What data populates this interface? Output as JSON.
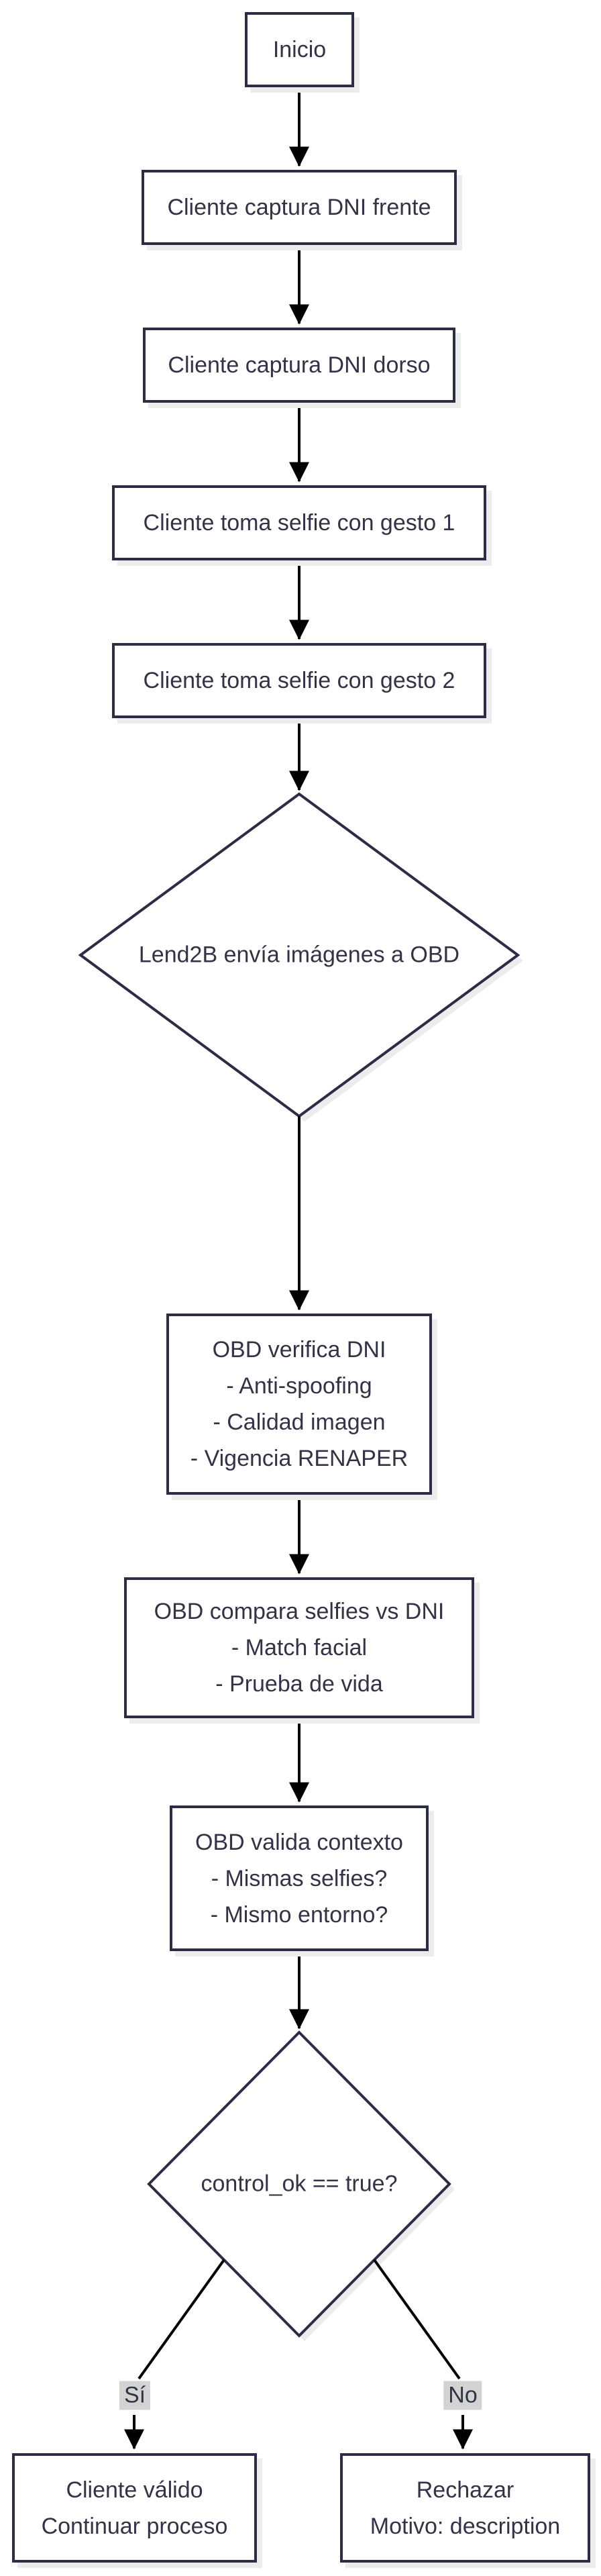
{
  "colors": {
    "background": "#ffffff",
    "node_fill": "#ffffff",
    "node_border": "#2c2c44",
    "text": "#333347",
    "edge": "#000000",
    "shadow": "#ececec",
    "label_bg": "#d3d3d3"
  },
  "nodes": {
    "start": {
      "label": "Inicio"
    },
    "capture_front": {
      "label": "Cliente captura DNI frente"
    },
    "capture_back": {
      "label": "Cliente captura DNI dorso"
    },
    "selfie_1": {
      "label": "Cliente toma selfie con gesto 1"
    },
    "selfie_2": {
      "label": "Cliente toma selfie con gesto 2"
    },
    "send_obd": {
      "label": "Lend2B envía imágenes a OBD"
    },
    "verify_dni": {
      "lines": [
        "OBD verifica DNI",
        "- Anti-spoofing",
        "- Calidad imagen",
        "- Vigencia RENAPER"
      ]
    },
    "compare_selfies": {
      "lines": [
        "OBD compara selfies vs DNI",
        "- Match facial",
        "- Prueba de vida"
      ]
    },
    "validate_context": {
      "lines": [
        "OBD valida contexto",
        "- Mismas selfies?",
        "- Mismo entorno?"
      ]
    },
    "decision": {
      "label": "control_ok == true?"
    },
    "client_valid": {
      "lines": [
        "Cliente válido",
        "Continuar proceso"
      ]
    },
    "reject": {
      "lines": [
        "Rechazar",
        "Motivo: description"
      ]
    }
  },
  "edge_labels": {
    "yes": "Sí",
    "no": "No"
  }
}
